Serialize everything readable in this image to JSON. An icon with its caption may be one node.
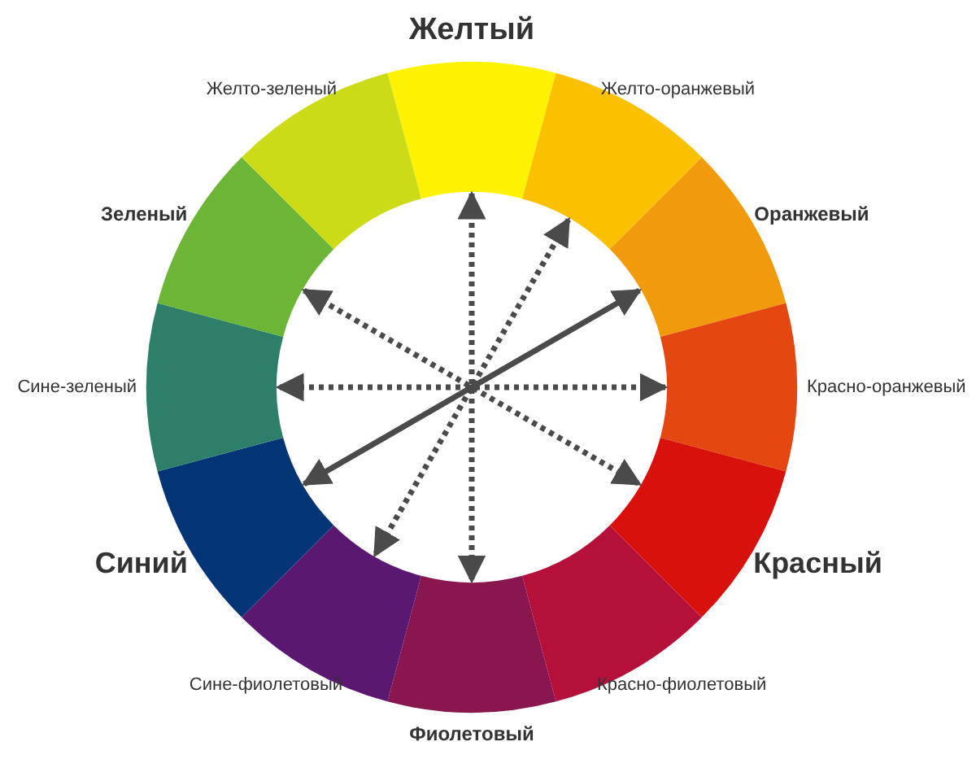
{
  "diagram": {
    "nodes": [
      {
        "text": [
          "Желтый"
        ]
      },
      {
        "text": [
          "Желто-оранжевый"
        ]
      },
      {
        "text": [
          "Оранжевый"
        ]
      },
      {
        "text": [
          "Красно-оранжевый"
        ]
      },
      {
        "text": [
          "Красный"
        ]
      },
      {
        "text": [
          "Красно-фиолетовый"
        ]
      },
      {
        "text": [
          "Фиолетовый"
        ]
      },
      {
        "text": [
          "Сине-фиолетовый"
        ]
      },
      {
        "text": [
          "Синий"
        ]
      },
      {
        "text": [
          "Сине-зеленый"
        ]
      },
      {
        "text": [
          "Зеленый"
        ]
      },
      {
        "text": [
          "Желто-зеленый"
        ]
      }
    ],
    "edges": [
      {
        "from": 0,
        "to": 6,
        "arrow": "both",
        "style": "dashed"
      },
      {
        "from": 1,
        "to": 7,
        "arrow": "both",
        "style": "dashed"
      },
      {
        "from": 2,
        "to": 8,
        "arrow": "both"
      },
      {
        "from": 3,
        "to": 9,
        "arrow": "both",
        "style": "dashed"
      },
      {
        "from": 10,
        "to": 4,
        "arrow": "both",
        "style": "dashed"
      }
    ]
  }
}
